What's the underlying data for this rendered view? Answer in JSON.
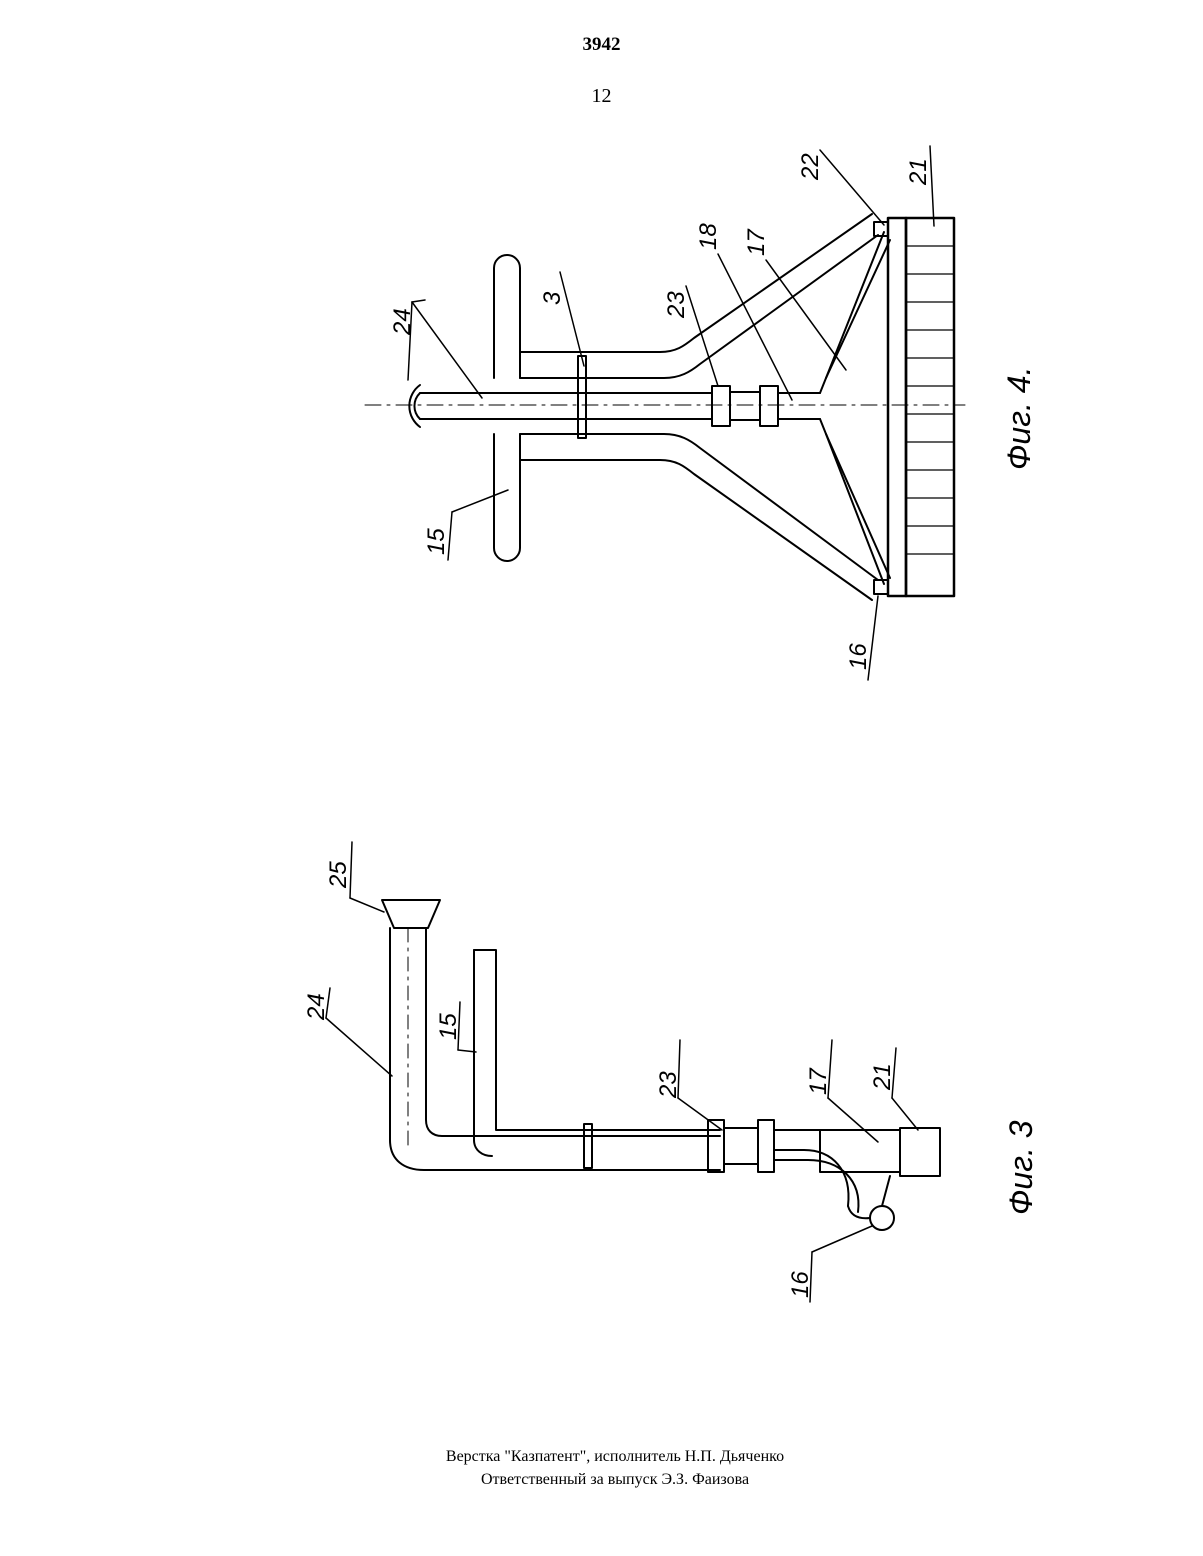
{
  "header": {
    "patent_number": "3942",
    "page_number": "12"
  },
  "figures": [
    {
      "caption": "Фиг. 4.",
      "labels": [
        "24",
        "3",
        "23",
        "18",
        "17",
        "22",
        "21",
        "15",
        "16"
      ]
    },
    {
      "caption": "Фиг. 3",
      "labels": [
        "25",
        "24",
        "15",
        "23",
        "17",
        "21",
        "16"
      ]
    }
  ],
  "footer": {
    "line1": "Верстка \"Казпатент\", исполнитель Н.П. Дьяченко",
    "line2": "Ответственный за выпуск Э.З. Фаизова"
  },
  "colors": {
    "ink": "#000000",
    "paper": "#ffffff"
  }
}
